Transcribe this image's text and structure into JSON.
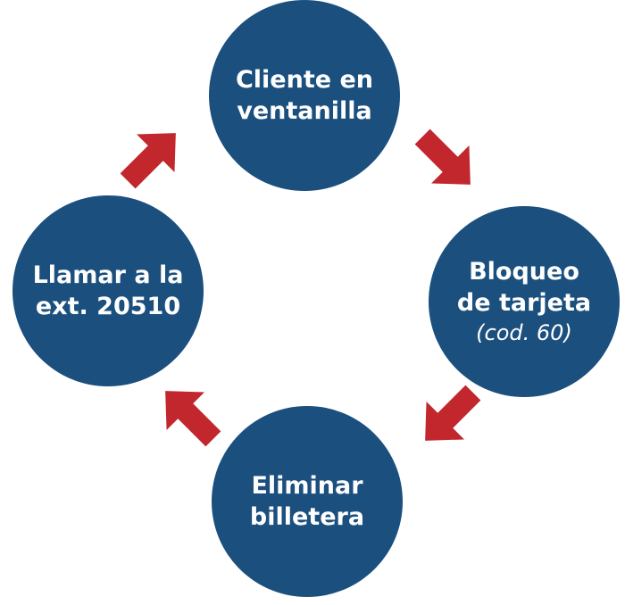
{
  "colors": {
    "node_fill": "#1b4f7e",
    "arrow_fill": "#c1272d",
    "text": "#ffffff",
    "background": "#ffffff"
  },
  "nodes": {
    "top": {
      "line1": "Cliente en",
      "line2": "ventanilla"
    },
    "right": {
      "line1": "Bloqueo",
      "line2": "de tarjeta",
      "note": "(cod. 60)"
    },
    "bottom": {
      "line1": "Eliminar",
      "line2": "billetera"
    },
    "left": {
      "line1": "Llamar a la",
      "line2": "ext. 20510"
    }
  },
  "arrows": [
    {
      "from": "top",
      "to": "right",
      "direction": "down-right"
    },
    {
      "from": "right",
      "to": "bottom",
      "direction": "down-left"
    },
    {
      "from": "bottom",
      "to": "left",
      "direction": "up-left"
    },
    {
      "from": "left",
      "to": "top",
      "direction": "up-right"
    }
  ]
}
